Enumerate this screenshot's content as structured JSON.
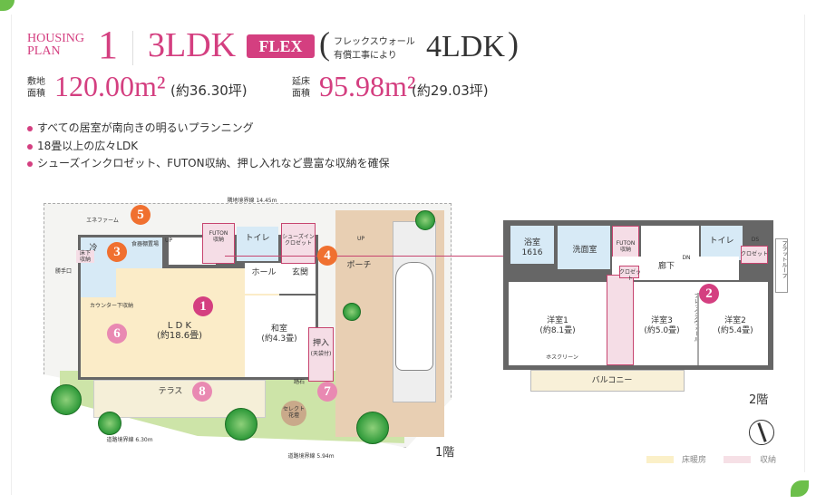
{
  "header": {
    "housing": "HOUSING",
    "plan": "PLAN",
    "plan_number": "1",
    "layout": "3LDK",
    "flex_badge": "FLEX",
    "paren_open": "(",
    "paren_close": ")",
    "flex_note_1": "フレックスウォール",
    "flex_note_2": "有償工事により",
    "alt_layout": "4LDK"
  },
  "areas": {
    "site_label_1": "敷地",
    "site_label_2": "面積",
    "site_value": "120.00m²",
    "site_tsubo": "(約36.30坪)",
    "floor_label_1": "延床",
    "floor_label_2": "面積",
    "floor_value": "95.98m²",
    "floor_tsubo": "(約29.03坪)"
  },
  "features": [
    "すべての居室が南向きの明るいプランニング",
    "18畳以上の広々LDK",
    "シューズインクロゼット、FUTON収納、押し入れなど豊富な収納を確保"
  ],
  "floor1": {
    "label": "1階",
    "ldk": "L D K",
    "ldk_size": "(約18.6畳)",
    "washitsu": "和室",
    "washitsu_size": "(約4.3畳)",
    "oshiire": "押入",
    "oshiire_sub": "(天袋付)",
    "hall": "ホール",
    "genkan": "玄関",
    "porch": "ポーチ",
    "terrace": "テラス",
    "toilet": "トイレ",
    "futon": "FUTON",
    "futon_sub": "収納",
    "shoes": "シューズイン",
    "shoes_sub": "クロゼット",
    "pantry": "食器棚置場",
    "fridge": "冷",
    "underfloor": "床下",
    "underfloor_sub": "収納",
    "back_door": "勝手口",
    "counter": "カウンター下収納",
    "eco": "エネファーム",
    "kutsunugi": "踏石",
    "select": "セレクト",
    "select_sub": "花壇",
    "up": "UP",
    "road_1": "道路境界線 5.94m",
    "road_2": "道路境界線 6.30m",
    "boundary_top": "隣地境界線 14.45m"
  },
  "floor2": {
    "label": "2階",
    "room1": "洋室1",
    "room1_size": "(約8.1畳)",
    "room2": "洋室2",
    "room2_size": "(約5.4畳)",
    "room3": "洋室3",
    "room3_size": "(約5.0畳)",
    "corridor": "廊下",
    "bath": "浴室",
    "bath_size": "1616",
    "wash": "洗面室",
    "toilet": "トイレ",
    "futon": "FUTON",
    "futon_sub": "収納",
    "closet": "クロゼット",
    "balcony": "バルコニー",
    "flat_roof": "フラットルーフ",
    "flex_wall": "フレックスウォール",
    "screen": "ホスクリーン",
    "ds": "DS",
    "dn": "DN"
  },
  "badges": [
    "1",
    "2",
    "3",
    "4",
    "5",
    "6",
    "7",
    "8"
  ],
  "legend": {
    "floor_heating": "床暖房",
    "storage": "収納",
    "floor_heating_color": "#fbf0c8",
    "storage_color": "#f6e0e6"
  },
  "colors": {
    "accent": "#d43f80",
    "orange": "#f07030",
    "light_pink": "#e989b2"
  },
  "icons": [
    "compass-icon",
    "leaf-icon"
  ]
}
